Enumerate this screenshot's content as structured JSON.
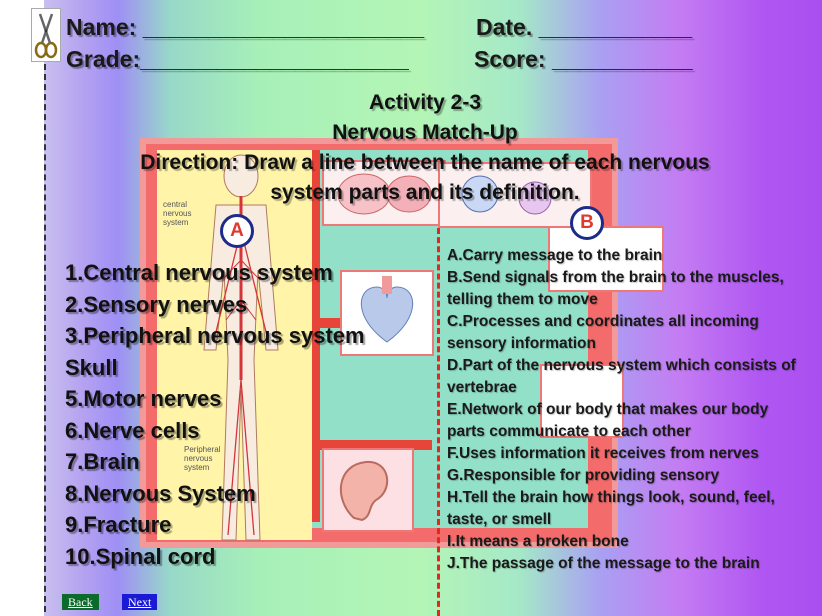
{
  "header": {
    "name_label": "Name: ______________________",
    "date_label": "Date. ____________",
    "grade_label": "Grade:_____________________",
    "score_label": "Score: ___________"
  },
  "title": {
    "activity": "Activity 2-3",
    "subtitle": "Nervous Match-Up",
    "direction_line1": "Direction:  Draw a line between the name of each nervous",
    "direction_line2": "system parts and its definition."
  },
  "figure": {
    "label_top": "central\nnervous\nsystem",
    "label_bottom": "Peripheral\nnervous\nsystem"
  },
  "column_a": {
    "badge": "A",
    "items": [
      "1.Central nervous system",
      "2.Sensory nerves",
      "3.Peripheral nervous system",
      "Skull",
      "5.Motor nerves",
      "6.Nerve cells",
      "7.Brain",
      "8.Nervous System",
      "9.Fracture",
      "10.Spinal cord"
    ]
  },
  "column_b": {
    "badge": "B",
    "items": [
      "A.Carry message to the brain",
      "B.Send signals from the brain to the muscles, telling them to move",
      "C.Processes and coordinates all incoming sensory information",
      "D.Part of the nervous system which consists of vertebrae",
      "E.Network of our body that makes our body parts communicate to each other",
      "F.Uses information it receives from nerves",
      "G.Responsible for providing sensory",
      "H.Tell the brain how things look, sound, feel, taste, or smell",
      "I.It means a broken bone",
      "J.The passage of the message to the brain"
    ]
  },
  "nav": {
    "back": "Back",
    "next": "Next",
    "back_color": "#0b6b2a",
    "next_color": "#1a1ad6"
  }
}
